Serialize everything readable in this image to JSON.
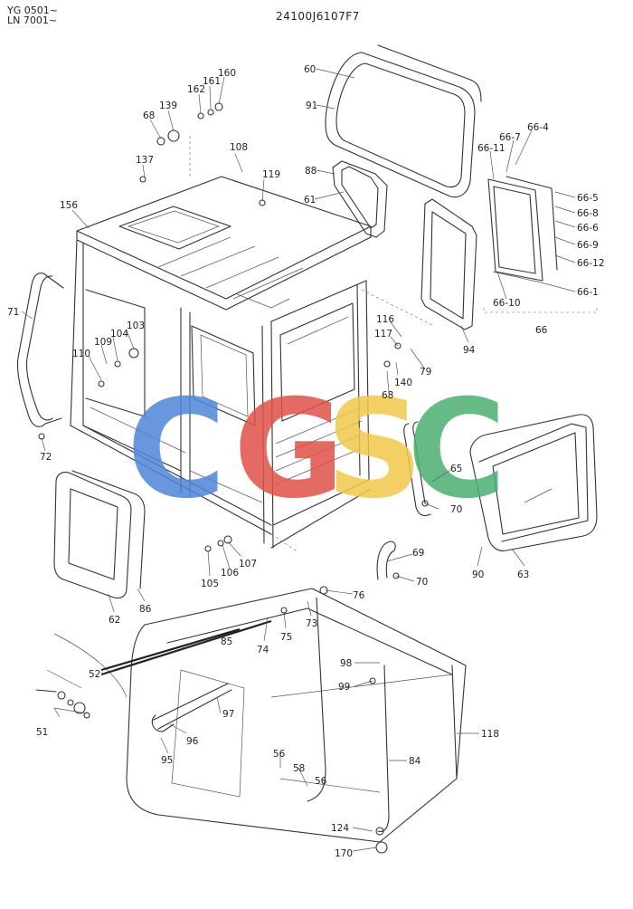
{
  "header": {
    "serial_line_1": "YG 0501~",
    "serial_line_2": "LN 7001~",
    "drawing_number": "24100J6107F7"
  },
  "watermark": {
    "letters": [
      "C",
      "G",
      "S",
      "C"
    ],
    "colors": [
      "#4f86d9",
      "#e0524a",
      "#f2c84b",
      "#4caf72"
    ]
  },
  "callouts": {
    "p60": "60",
    "p91": "91",
    "p88": "88",
    "p61": "61",
    "p94": "94",
    "p66_4": "66-4",
    "p66_7": "66-7",
    "p66_11": "66-11",
    "p66_5": "66-5",
    "p66_8": "66-8",
    "p66_6": "66-6",
    "p66_9": "66-9",
    "p66_12": "66-12",
    "p66_1": "66-1",
    "p66_10": "66-10",
    "p66": "66",
    "p139": "139",
    "p162": "162",
    "p161": "161",
    "p160": "160",
    "p68a": "68",
    "p137": "137",
    "p108": "108",
    "p119": "119",
    "p156": "156",
    "p71": "71",
    "p72": "72",
    "p103": "103",
    "p104": "104",
    "p109": "109",
    "p110": "110",
    "p116": "116",
    "p117": "117",
    "p140": "140",
    "p79": "79",
    "p68b": "68",
    "p65": "65",
    "p70a": "70",
    "p69": "69",
    "p70b": "70",
    "p90": "90",
    "p63": "63",
    "p62": "62",
    "p86": "86",
    "p105": "105",
    "p106": "106",
    "p107": "107",
    "p76": "76",
    "p73": "73",
    "p75": "75",
    "p74": "74",
    "p85": "85",
    "p52": "52",
    "p51": "51",
    "p97": "97",
    "p96": "96",
    "p95": "95",
    "p98": "98",
    "p99": "99",
    "p118": "118",
    "p84": "84",
    "p56a": "56",
    "p58": "58",
    "p56b": "56",
    "p124": "124",
    "p170": "170"
  }
}
